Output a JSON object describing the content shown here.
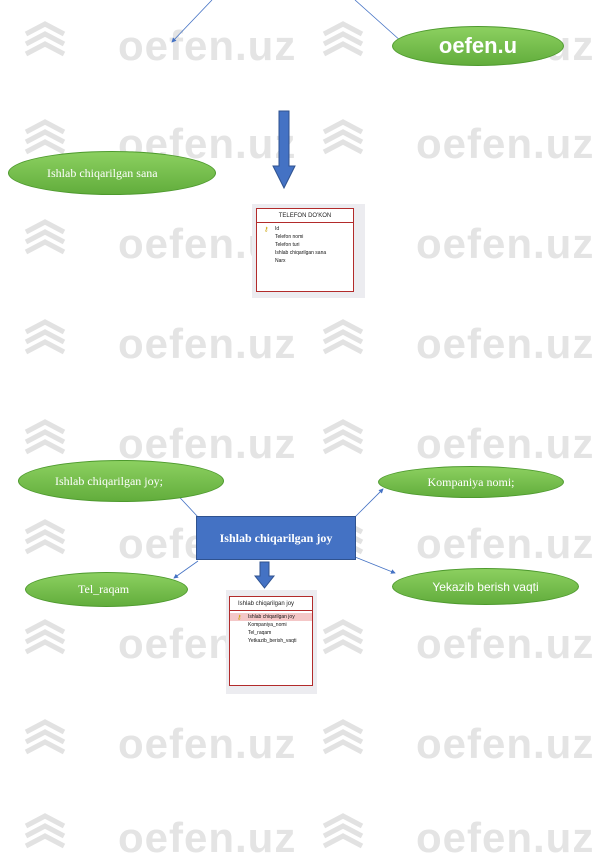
{
  "watermark": {
    "text": "oefen.uz"
  },
  "diagram1": {
    "top_right_oval": "oefen.u",
    "left_oval": "Ishlab chiqarilgan sana",
    "table": {
      "title": "TELEFON DO'KON",
      "fields": [
        "Id",
        "Telefon nomi",
        "Telefon turi",
        "Ishlab chiqarilgan sana",
        "Narx"
      ]
    }
  },
  "diagram2": {
    "center": "Ishlab chiqarilgan joy",
    "ovals": {
      "top_left": "Ishlab chiqarilgan joy;",
      "top_right": "Kompaniya nomi;",
      "bottom_left": "Tel_raqam",
      "bottom_right": "Yekazib berish vaqti"
    },
    "table": {
      "title": "Ishlab chiqarilgan joy",
      "fields": [
        "Ishlab chiqarilgan joy",
        "Kompaniya_nomi",
        "Tel_raqam",
        "Yetkazib_berish_vaqti"
      ]
    }
  },
  "colors": {
    "oval": "#6cb444",
    "box": "#4472c4",
    "arrow": "#4472c4",
    "table_border": "#b22b2b"
  }
}
